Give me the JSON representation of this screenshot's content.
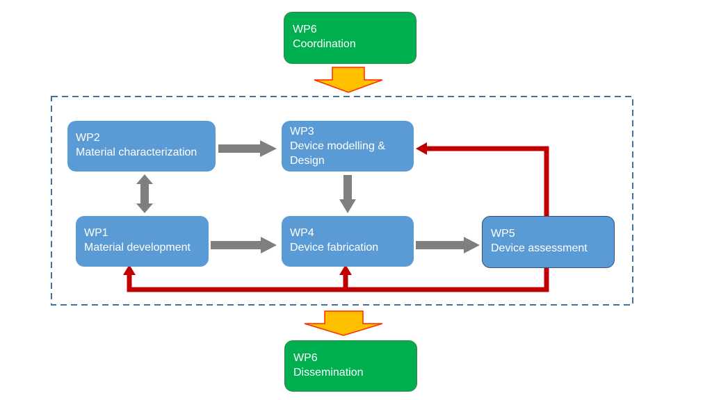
{
  "colors": {
    "box_blue": "#5b9bd5",
    "box_green": "#00b050",
    "arrow_gray": "#7f7f7f",
    "feedback_red": "#c00000",
    "funnel_orange": "#ffc000",
    "frame_dashed": "#41719c"
  },
  "nodes": {
    "wp6_top": {
      "code": "WP6",
      "label": "Coordination"
    },
    "wp2": {
      "code": "WP2",
      "label": "Material characterization"
    },
    "wp3": {
      "code": "WP3",
      "label": "Device modelling &",
      "label2": "Design"
    },
    "wp1": {
      "code": "WP1",
      "label": "Material development"
    },
    "wp4": {
      "code": "WP4",
      "label": "Device fabrication"
    },
    "wp5": {
      "code": "WP5",
      "label": "Device assessment"
    },
    "wp6_bottom": {
      "code": "WP6",
      "label": "Dissemination"
    }
  },
  "edges": [
    {
      "from": "wp6_top",
      "to": "work_packages",
      "kind": "funnel"
    },
    {
      "from": "wp2",
      "to": "wp3",
      "kind": "flow"
    },
    {
      "from": "wp2",
      "to": "wp1",
      "kind": "bidirectional"
    },
    {
      "from": "wp3",
      "to": "wp4",
      "kind": "flow"
    },
    {
      "from": "wp1",
      "to": "wp4",
      "kind": "flow"
    },
    {
      "from": "wp4",
      "to": "wp5",
      "kind": "flow"
    },
    {
      "from": "wp5",
      "to": "wp3",
      "kind": "feedback"
    },
    {
      "from": "wp5",
      "to": "wp4",
      "kind": "feedback"
    },
    {
      "from": "wp5",
      "to": "wp1",
      "kind": "feedback"
    },
    {
      "from": "work_packages",
      "to": "wp6_bottom",
      "kind": "funnel"
    }
  ]
}
